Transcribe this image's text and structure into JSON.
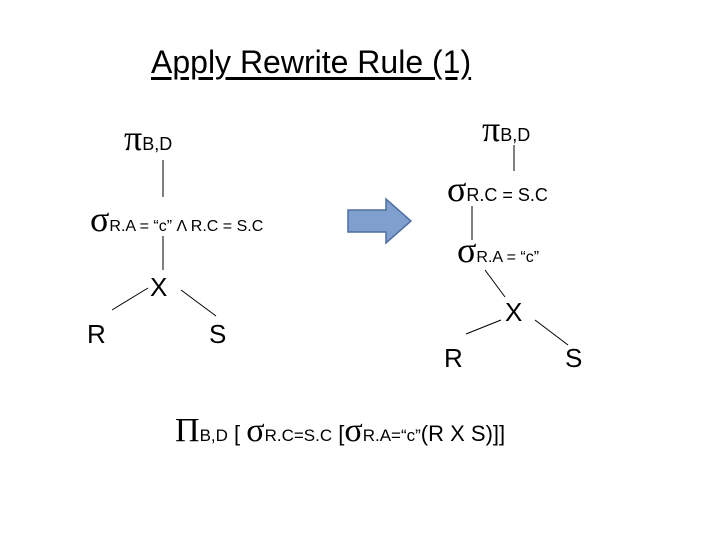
{
  "title": "Apply Rewrite Rule (1)",
  "left_tree": {
    "project": {
      "symbol": "π",
      "attrs": "B,D"
    },
    "select": {
      "symbol": "σ",
      "predicate": "R.A = “c” Λ R.C = S.C"
    },
    "join": "X",
    "left_leaf": "R",
    "right_leaf": "S"
  },
  "right_tree": {
    "project": {
      "symbol": "π",
      "attrs": "B,D"
    },
    "select_outer": {
      "symbol": "σ",
      "predicate": "R.C = S.C"
    },
    "select_inner": {
      "symbol": "σ",
      "predicate": "R.A = “c”"
    },
    "join": "X",
    "left_leaf": "R",
    "right_leaf": "S"
  },
  "arrow": {
    "fill": "#7fa0cf",
    "stroke": "#4f6f9f"
  },
  "formula": {
    "pi": "Π",
    "pi_sub": "B,D",
    "open1": " [ ",
    "sigma1": "σ",
    "sigma1_sub": "R.C=S.C",
    "open2": " [",
    "sigma2": "σ",
    "sigma2_sub": "R.A=“c”",
    "tail": "(R X S)]]"
  }
}
